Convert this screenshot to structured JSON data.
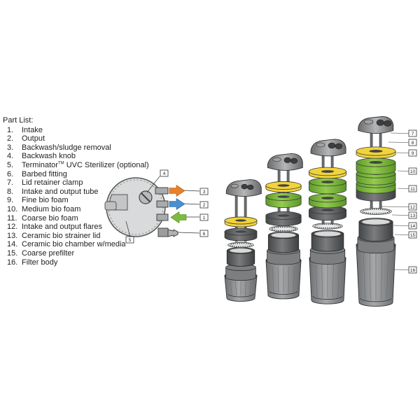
{
  "parts_title": "Part List:",
  "parts": [
    {
      "num": "1.",
      "label": "Intake"
    },
    {
      "num": "2.",
      "label": "Output"
    },
    {
      "num": "3.",
      "label": "Backwash/sludge removal"
    },
    {
      "num": "4.",
      "label": "Backwash knob"
    },
    {
      "num": "5.",
      "label": "Terminator",
      "sup": "TM",
      "label_after": " UVC Sterilizer (optional)"
    },
    {
      "num": "6.",
      "label": "Barbed fitting"
    },
    {
      "num": "7.",
      "label": "Lid retainer clamp"
    },
    {
      "num": "8.",
      "label": "Intake and output tube"
    },
    {
      "num": "9.",
      "label": "Fine bio foam"
    },
    {
      "num": "10.",
      "label": "Medium bio foam"
    },
    {
      "num": "11.",
      "label": "Coarse bio foam"
    },
    {
      "num": "12.",
      "label": "Intake and output flares"
    },
    {
      "num": "13.",
      "label": "Ceramic bio strainer lid"
    },
    {
      "num": "14.",
      "label": "Ceramic bio chamber w/media"
    },
    {
      "num": "15.",
      "label": "Coarse prefilter"
    },
    {
      "num": "16.",
      "label": "Filter body"
    }
  ],
  "lid_callouts": [
    "4",
    "3",
    "2",
    "1",
    "6",
    "5"
  ],
  "stack_callouts": [
    "7",
    "8",
    "9",
    "10",
    "11",
    "12",
    "13",
    "14",
    "15",
    "16"
  ],
  "colors": {
    "fine_foam": "#f2d33a",
    "medium_foam": "#7dbb3c",
    "coarse_foam": "#5e6063",
    "body": "#8c8e90",
    "arrow_output": "#e8822a",
    "arrow_backwash": "#4a8fd0",
    "arrow_intake": "#7dbb3c"
  }
}
